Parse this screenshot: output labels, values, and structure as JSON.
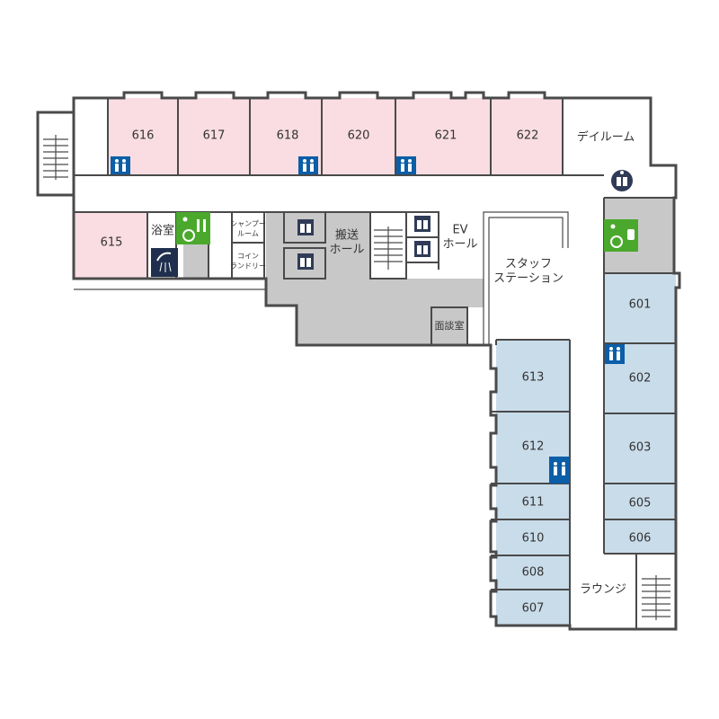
{
  "rooms_pink": [
    {
      "id": "616",
      "label": "616"
    },
    {
      "id": "617",
      "label": "617"
    },
    {
      "id": "618",
      "label": "618"
    },
    {
      "id": "620",
      "label": "620"
    },
    {
      "id": "621",
      "label": "621"
    },
    {
      "id": "622",
      "label": "622"
    },
    {
      "id": "615",
      "label": "615"
    }
  ],
  "rooms_blue": [
    {
      "id": "601",
      "label": "601"
    },
    {
      "id": "602",
      "label": "602"
    },
    {
      "id": "603",
      "label": "603"
    },
    {
      "id": "605",
      "label": "605"
    },
    {
      "id": "606",
      "label": "606"
    },
    {
      "id": "613",
      "label": "613"
    },
    {
      "id": "612",
      "label": "612"
    },
    {
      "id": "611",
      "label": "611"
    },
    {
      "id": "610",
      "label": "610"
    },
    {
      "id": "608",
      "label": "608"
    },
    {
      "id": "607",
      "label": "607"
    }
  ],
  "labels": {
    "day_room": "デイルーム",
    "bath": "浴室",
    "shampoo_1": "シャンプー",
    "shampoo_2": "ルーム",
    "laundry_1": "コイン",
    "laundry_2": "ランドリー",
    "transport_1": "搬送",
    "transport_2": "ホール",
    "ev_1": "EV",
    "ev_2": "ホール",
    "staff_1": "スタッフ",
    "staff_2": "ステーション",
    "interview": "面談室",
    "lounge": "ラウンジ"
  },
  "icons": {
    "restroom": "restroom-icon",
    "accessible_toilet": "accessible-toilet-icon",
    "shower": "shower-icon",
    "elevator": "elevator-icon",
    "vending": "vending-machine-icon",
    "stairs": "stairs-icon"
  },
  "colors": {
    "pink_room": "#f9dde2",
    "blue_room": "#c9dcea",
    "common_gray": "#c8c8c8",
    "restroom_badge": "#0b5ea8",
    "accessible_badge": "#4aa92c"
  }
}
